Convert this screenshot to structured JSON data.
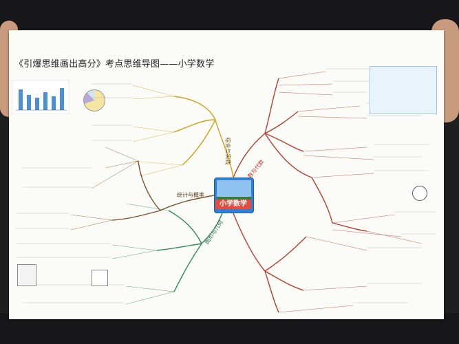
{
  "poster": {
    "title": "《引爆思维画出高分》考点思维导图——小学数学",
    "center_label": "小学数学",
    "branches": [
      {
        "label": "数与代数",
        "color": "#c0392b"
      },
      {
        "label": "综合与实践",
        "color": "#d4a017"
      },
      {
        "label": "统计与概率",
        "color": "#7d4f2a"
      },
      {
        "label": "图形与几何",
        "color": "#2e8b57"
      }
    ]
  },
  "colors": {
    "shirt": "#1f1f22",
    "paper": "#fbfbf8",
    "skin": "#c99b7e",
    "center_blue": "#2f7fd6",
    "center_red": "#e64b3c"
  }
}
